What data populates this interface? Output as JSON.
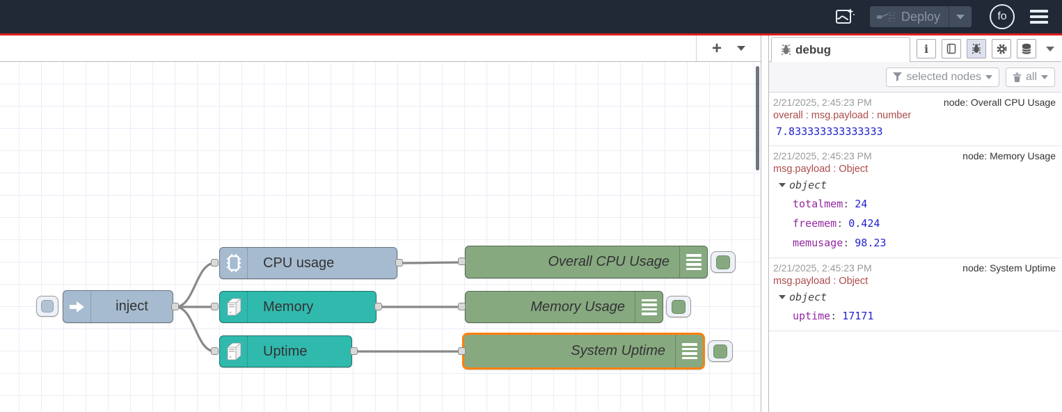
{
  "colors": {
    "header_bg": "#212936",
    "accent_red": "#e11d1d",
    "inject_node": "#a6bbcf",
    "os_node": "#30b9ad",
    "debug_node": "#87a980",
    "selected_border": "#ff7f0e",
    "wire": "#888888"
  },
  "header": {
    "deploy_label": "Deploy",
    "avatar_initials": "fo"
  },
  "workspace": {
    "add_button_label": "+"
  },
  "canvas": {
    "nodes": {
      "inject": {
        "label": "inject"
      },
      "cpu": {
        "label": "CPU usage"
      },
      "memory": {
        "label": "Memory"
      },
      "uptime": {
        "label": "Uptime"
      },
      "debug_cpu": {
        "label": "Overall CPU Usage"
      },
      "debug_mem": {
        "label": "Memory Usage"
      },
      "debug_uptime": {
        "label": "System Uptime"
      }
    }
  },
  "sidebar": {
    "active_tab": "debug",
    "filter_button": "selected nodes",
    "clear_button": "all",
    "messages": [
      {
        "timestamp": "2/21/2025, 2:45:23 PM",
        "source": "node: Overall CPU Usage",
        "path": "overall : msg.payload : number",
        "value": "7.833333333333333"
      },
      {
        "timestamp": "2/21/2025, 2:45:23 PM",
        "source": "node: Memory Usage",
        "path": "msg.payload : Object",
        "object_label": "object",
        "fields": [
          {
            "key": "totalmem",
            "value": "24"
          },
          {
            "key": "freemem",
            "value": "0.424"
          },
          {
            "key": "memusage",
            "value": "98.23"
          }
        ]
      },
      {
        "timestamp": "2/21/2025, 2:45:23 PM",
        "source": "node: System Uptime",
        "path": "msg.payload : Object",
        "object_label": "object",
        "fields": [
          {
            "key": "uptime",
            "value": "17171"
          }
        ]
      }
    ]
  }
}
